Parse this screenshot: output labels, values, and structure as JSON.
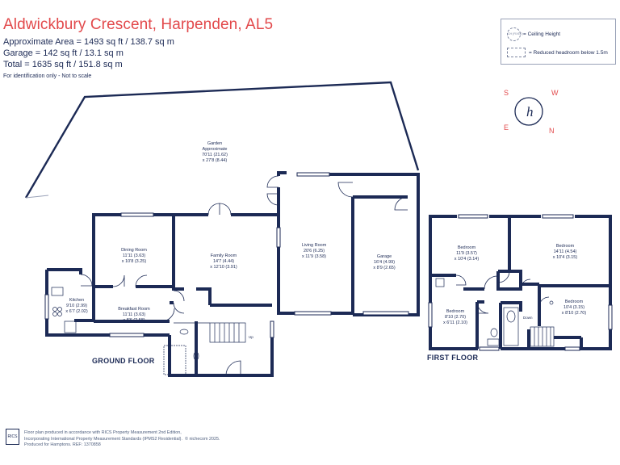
{
  "header": {
    "title": "Aldwickbury Crescent, Harpenden, AL5",
    "area_lines": [
      "Approximate Area = 1493 sq ft / 138.7 sq m",
      "Garage = 142 sq ft / 13.1 sq m",
      "Total = 1635 sq ft / 151.8 sq m"
    ],
    "disclaimer": "For identification only - Not to scale"
  },
  "legend": {
    "ceiling_height_label": "= Ceiling Height",
    "ceiling_badge_text": "CH (FIXED)",
    "reduced_headroom_label": "= Reduced headroom below 1.5m"
  },
  "logo": {
    "compass_letters": [
      "S",
      "W",
      "N",
      "E"
    ],
    "monogram": "h"
  },
  "garden": {
    "name": "Garden",
    "sub": "Approximate",
    "dims1": "70'11 (21.62)",
    "dims2": "x 27'8 (8.44)"
  },
  "ground_floor": {
    "label": "GROUND FLOOR",
    "rooms": [
      {
        "name": "Dining Room",
        "dims1": "11'11 (3.63)",
        "dims2": "x 10'8 (3.25)"
      },
      {
        "name": "Family Room",
        "dims1": "14'7 (4.44)",
        "dims2": "x 12'10 (3.91)"
      },
      {
        "name": "Living Room",
        "dims1": "20'6 (6.25)",
        "dims2": "x 11'9 (3.58)"
      },
      {
        "name": "Garage",
        "dims1": "16'4 (4.99)",
        "dims2": "x 8'9 (2.65)"
      },
      {
        "name": "Kitchen",
        "dims1": "9'10 (2.99)",
        "dims2": "x 6'7 (2.02)"
      },
      {
        "name": "Breakfast Room",
        "dims1": "11'11 (3.63)",
        "dims2": "x 8'6 (2.58)"
      }
    ],
    "stair_marker": "Up"
  },
  "first_floor": {
    "label": "FIRST FLOOR",
    "rooms": [
      {
        "name": "Bedroom",
        "dims1": "11'9 (3.57)",
        "dims2": "x 10'4 (3.14)"
      },
      {
        "name": "Bedroom",
        "dims1": "14'11 (4.54)",
        "dims2": "x 10'4 (3.15)"
      },
      {
        "name": "Bedroom",
        "dims1": "8'10 (2.70)",
        "dims2": "x 6'11 (2.10)"
      },
      {
        "name": "Bedroom",
        "dims1": "10'4 (3.15)",
        "dims2": "x 8'10 (2.70)"
      }
    ],
    "stair_marker": "Down"
  },
  "footer": {
    "badge": "RICS",
    "lines": [
      "Floor plan produced in accordance with RICS Property Measurement 2nd Edition,",
      "Incorporating International Property Measurement Standards (IPMS2 Residential).",
      "Produced for Hamptons.   REF:  1370858"
    ],
    "copyright": "© nichecom 2025."
  },
  "colors": {
    "wall": "#1c2a55",
    "accent": "#e2494b",
    "muted": "#9aa2b8"
  }
}
